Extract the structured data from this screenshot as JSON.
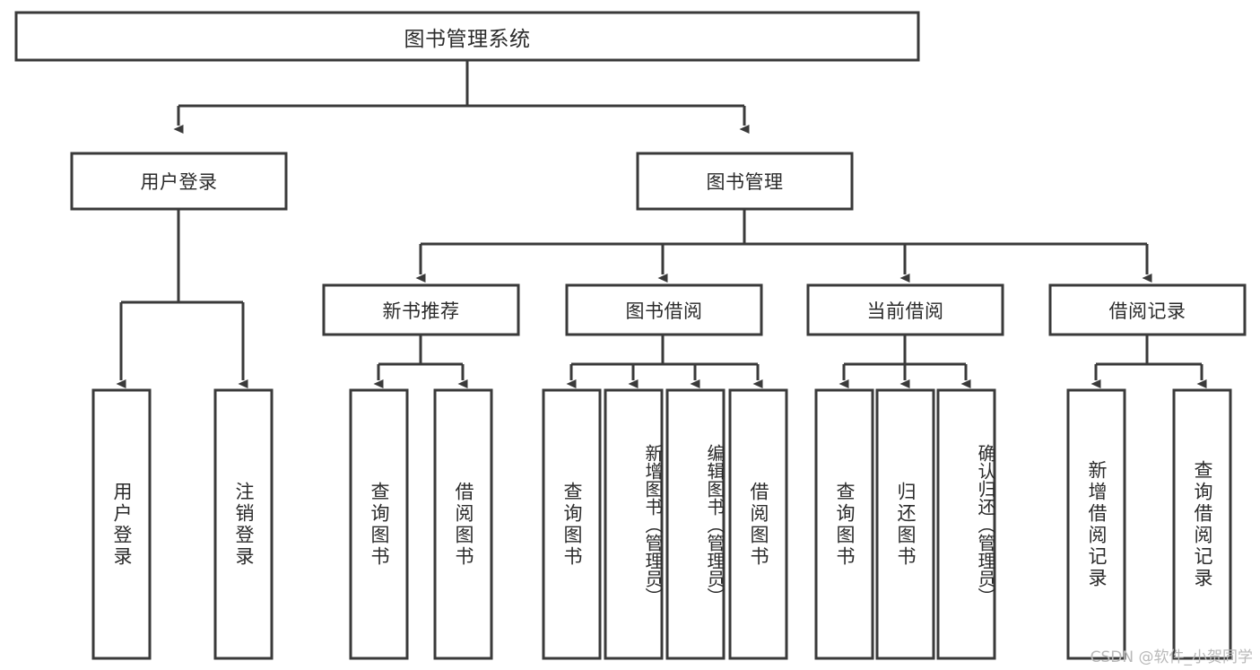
{
  "diagram": {
    "type": "tree-hierarchy",
    "title": "图书管理系统",
    "background_color": "#ffffff",
    "line_color": "#3a3a3a",
    "text_color": "#2b2b2b",
    "root": {
      "id": "root",
      "label": "图书管理系统",
      "orientation": "horizontal"
    },
    "level2": [
      {
        "id": "user-login",
        "label": "用户登录",
        "orientation": "horizontal"
      },
      {
        "id": "book-management",
        "label": "图书管理",
        "orientation": "horizontal"
      }
    ],
    "level3": [
      {
        "id": "new-book-recommend",
        "label": "新书推荐",
        "orientation": "horizontal",
        "parent": "book-management"
      },
      {
        "id": "book-borrow",
        "label": "图书借阅",
        "orientation": "horizontal",
        "parent": "book-management"
      },
      {
        "id": "current-borrow",
        "label": "当前借阅",
        "orientation": "horizontal",
        "parent": "book-management"
      },
      {
        "id": "borrow-record",
        "label": "借阅记录",
        "orientation": "horizontal",
        "parent": "book-management"
      }
    ],
    "leaves": [
      {
        "id": "leaf-user-login",
        "label": "用户登录",
        "orientation": "vertical",
        "parent": "user-login"
      },
      {
        "id": "leaf-logout",
        "label": "注销登录",
        "orientation": "vertical",
        "parent": "user-login"
      },
      {
        "id": "leaf-query-book-1",
        "label": "查询图书",
        "orientation": "vertical",
        "parent": "new-book-recommend"
      },
      {
        "id": "leaf-borrow-book-1",
        "label": "借阅图书",
        "orientation": "vertical",
        "parent": "new-book-recommend"
      },
      {
        "id": "leaf-query-book-2",
        "label": "查询图书",
        "orientation": "vertical",
        "parent": "book-borrow"
      },
      {
        "id": "leaf-add-book",
        "label": "新增图书（管理员）",
        "orientation": "vertical",
        "parent": "book-borrow"
      },
      {
        "id": "leaf-edit-book",
        "label": "编辑图书（管理员）",
        "orientation": "vertical",
        "parent": "book-borrow"
      },
      {
        "id": "leaf-borrow-book-2",
        "label": "借阅图书",
        "orientation": "vertical",
        "parent": "book-borrow"
      },
      {
        "id": "leaf-query-book-3",
        "label": "查询图书",
        "orientation": "vertical",
        "parent": "current-borrow"
      },
      {
        "id": "leaf-return-book",
        "label": "归还图书",
        "orientation": "vertical",
        "parent": "current-borrow"
      },
      {
        "id": "leaf-confirm-return",
        "label": "确认归还（管理员）",
        "orientation": "vertical",
        "parent": "current-borrow"
      },
      {
        "id": "leaf-add-record",
        "label": "新增借阅记录",
        "orientation": "vertical",
        "parent": "borrow-record"
      },
      {
        "id": "leaf-query-record",
        "label": "查询借阅记录",
        "orientation": "vertical",
        "parent": "borrow-record"
      }
    ]
  },
  "watermark": {
    "text": "CSDN @软件_小贺同学"
  }
}
